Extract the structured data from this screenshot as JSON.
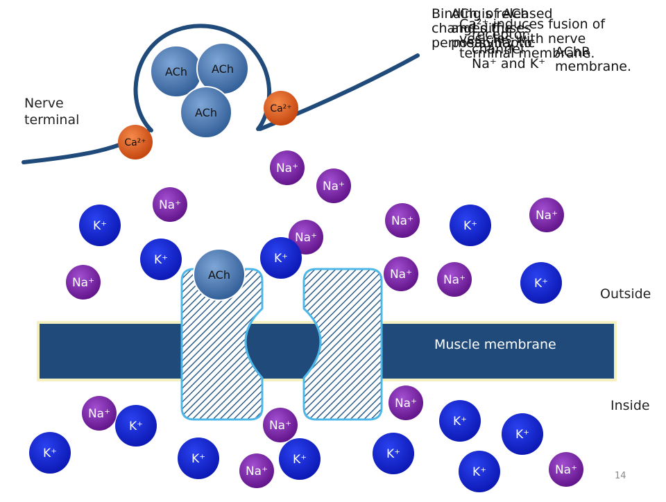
{
  "labels": {
    "nerve_terminal_line1": "Nerve",
    "nerve_terminal_line2": "terminal",
    "outside": "Outside",
    "inside": "Inside",
    "muscle_membrane": "Muscle membrane",
    "page_number": "14"
  },
  "captions": [
    [
      "Binding of ACh",
      "changes the",
      "permeability to"
    ],
    [
      "ACh is released",
      "and diffuses",
      "postsynaptic"
    ],
    [
      "Ca²⁺ induces fusion of",
      "vesicles with nerve",
      "terminal membrane."
    ],
    [
      "receptor",
      "channel",
      "Na⁺ and K⁺"
    ],
    [
      "AChR",
      "membrane."
    ]
  ],
  "ions": {
    "na_label": "Na⁺",
    "k_label": "K⁺",
    "ca_label": "Ca²⁺",
    "ach_label": "ACh"
  },
  "colors": {
    "nerve": "#1f4a7a",
    "membrane": "#1f4a7a",
    "membrane_border": "#f4f0c0",
    "channel_border": "#4db8e8",
    "na": "#7a1aa6",
    "k": "#0a1fd1",
    "ca": "#e0541a",
    "ach": "#3a6aa3"
  }
}
